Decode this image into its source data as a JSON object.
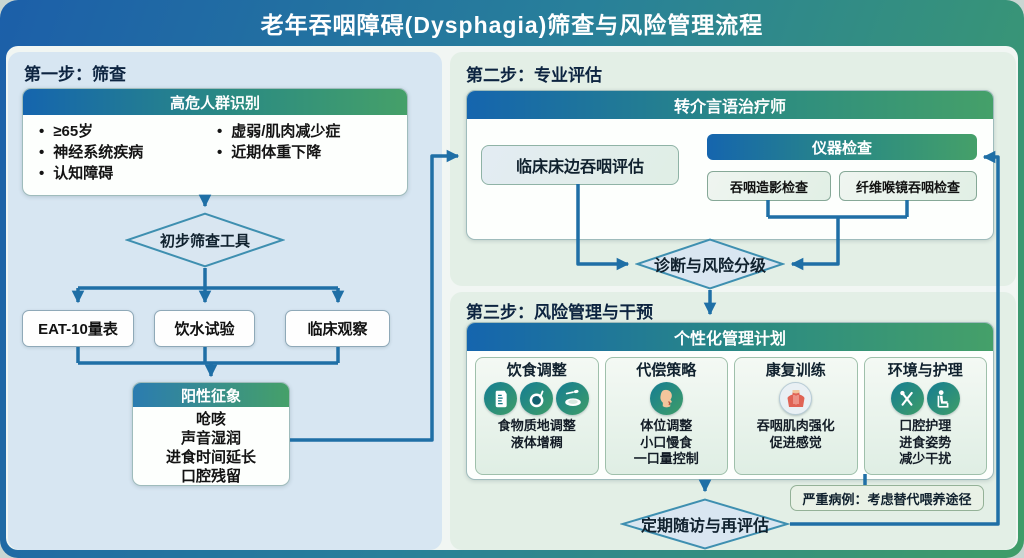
{
  "title": "老年吞咽障碍(Dysphagia)筛查与风险管理流程",
  "colors": {
    "accent_blue": "#1565ae",
    "accent_green": "#45a069",
    "arrow": "#1f6fa6"
  },
  "step1": {
    "label": "第一步：筛查",
    "high_risk": {
      "title": "高危人群识别",
      "items_left": [
        "≥65岁",
        "神经系统疾病",
        "认知障碍"
      ],
      "items_right": [
        "虚弱/肌肉减少症",
        "近期体重下降"
      ]
    },
    "decision": "初步筛查工具",
    "tools": [
      "EAT-10量表",
      "饮水试验",
      "临床观察"
    ],
    "positive": {
      "title": "阳性征象",
      "items": [
        "呛咳",
        "声音湿润",
        "进食时间延长",
        "口腔残留"
      ]
    }
  },
  "step2": {
    "label": "第二步：专业评估",
    "referral_title": "转介言语治疗师",
    "bedside_label": "临床床边吞咽评估",
    "instrument": {
      "title": "仪器检查",
      "items": [
        "吞咽造影检查",
        "纤维喉镜吞咽检查"
      ]
    },
    "decision": "诊断与风险分级"
  },
  "step3": {
    "label": "第三步：风险管理与干预",
    "plan_title": "个性化管理计划",
    "columns": [
      {
        "title": "饮食调整",
        "icons": [
          "measuring-cup-icon",
          "bowl-spoon-icon",
          "plate-spoon-icon"
        ],
        "lines": [
          "食物质地调整",
          "液体增稠"
        ]
      },
      {
        "title": "代偿策略",
        "icons": [
          "head-profile-icon"
        ],
        "lines": [
          "体位调整",
          "小口慢食",
          "一口量控制"
        ]
      },
      {
        "title": "康复训练",
        "icons": [
          "throat-muscle-icon"
        ],
        "lines": [
          "吞咽肌肉强化",
          "促进感觉"
        ]
      },
      {
        "title": "环境与护理",
        "icons": [
          "oral-care-icon",
          "seated-person-icon"
        ],
        "lines": [
          "口腔护理",
          "进食姿势",
          "减少干扰"
        ]
      }
    ],
    "severe_note": "严重病例：考虑替代喂养途径",
    "decision": "定期随访与再评估"
  }
}
